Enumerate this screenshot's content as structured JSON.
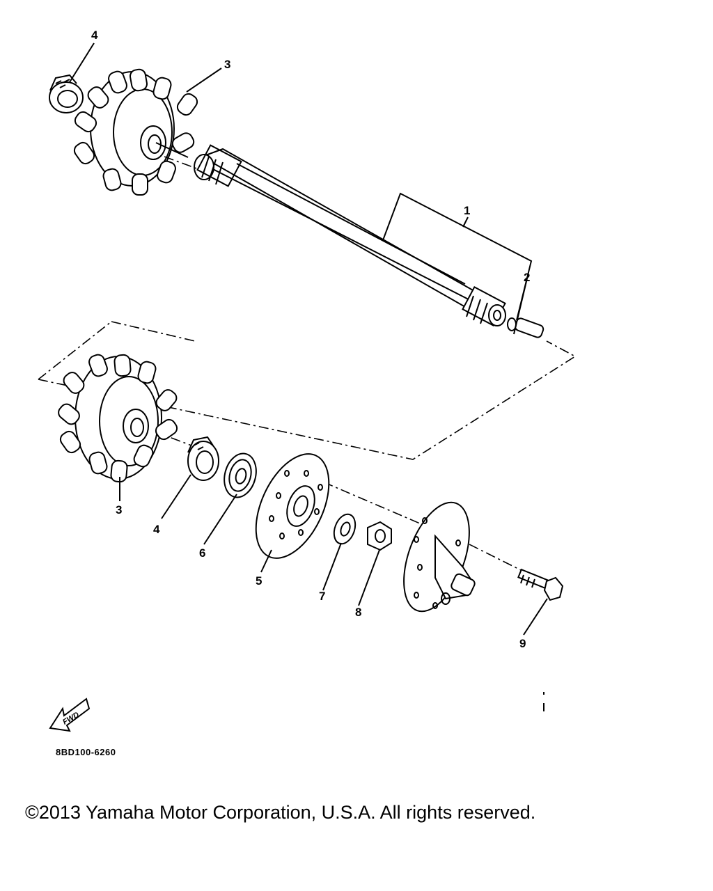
{
  "diagram": {
    "callouts": {
      "c1": "1",
      "c2": "2",
      "c3_top": "3",
      "c4_top": "4",
      "c3_bottom": "3",
      "c4_bottom": "4",
      "c5": "5",
      "c6": "6",
      "c7": "7",
      "c8": "8",
      "c9": "9"
    },
    "fwd_label": "FWD",
    "part_code": "8BD100-6260"
  },
  "footer": {
    "copyright": "©2013 Yamaha Motor Corporation, U.S.A. All rights reserved."
  },
  "icons": [
    "fwd-arrow-icon"
  ]
}
